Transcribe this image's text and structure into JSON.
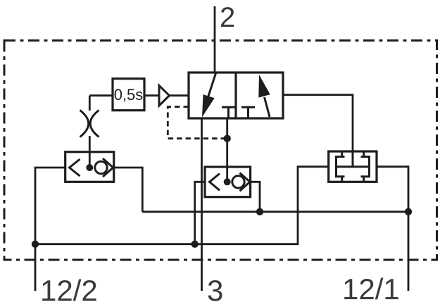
{
  "diagram": {
    "kind": "pneumatic-circuit-diagram",
    "ports": {
      "top": {
        "label": "2"
      },
      "bottom_left": {
        "label": "12/2"
      },
      "bottom_middle": {
        "label": "3"
      },
      "bottom_right": {
        "label": "12/1"
      }
    },
    "timer": {
      "label": "0,5s"
    },
    "components": [
      "dashed-enclosure-frame",
      "timer-box",
      "amplifier-triangle-icon",
      "air-gap-nozzle-icon",
      "valve-3-2-double-cell",
      "shuttle-valve-left",
      "shuttle-valve-middle",
      "two-pressure-valve-right",
      "pilot-dashed-line"
    ],
    "colors": {
      "line": "#1d1d1b",
      "label": "#3a3a38",
      "background": "#ffffff"
    }
  }
}
